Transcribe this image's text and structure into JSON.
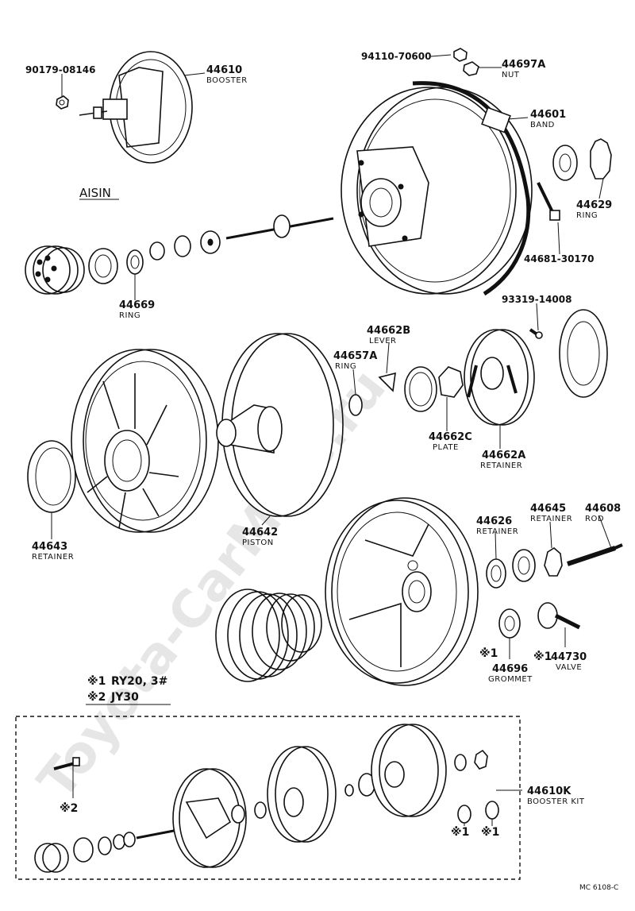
{
  "watermark": "Toyota-CarMine.ru",
  "brand_label": "AISIN",
  "figure_code": "MC 6108-C",
  "notes": [
    {
      "mark": "※1",
      "text": "RY20, 3#"
    },
    {
      "mark": "※2",
      "text": "JY30"
    }
  ],
  "parts": {
    "p90179_08146": {
      "number": "90179-08146"
    },
    "p44610": {
      "number": "44610",
      "name": "BOOSTER"
    },
    "p94110_70600": {
      "number": "94110-70600"
    },
    "p44697A": {
      "number": "44697A",
      "name": "NUT"
    },
    "p44601": {
      "number": "44601",
      "name": "BAND"
    },
    "p44629": {
      "number": "44629",
      "name": "RING"
    },
    "p44681_30170": {
      "number": "44681-30170"
    },
    "p44669": {
      "number": "44669",
      "name": "RING"
    },
    "p93319_14008": {
      "number": "93319-14008"
    },
    "p44662B": {
      "number": "44662B",
      "name": "LEVER"
    },
    "p44657A": {
      "number": "44657A",
      "name": "RING"
    },
    "p44662C": {
      "number": "44662C",
      "name": "PLATE"
    },
    "p44662A": {
      "number": "44662A",
      "name": "RETAINER"
    },
    "p44643": {
      "number": "44643",
      "name": "RETAINER"
    },
    "p44642": {
      "number": "44642",
      "name": "PISTON"
    },
    "p44626": {
      "number": "44626",
      "name": "RETAINER"
    },
    "p44645": {
      "number": "44645",
      "name": "RETAINER"
    },
    "p44608": {
      "number": "44608",
      "name": "ROD"
    },
    "p44696": {
      "number": "44696",
      "name": "GROMMET",
      "mark": "※1"
    },
    "p44730": {
      "number": "44730",
      "name": "VALVE",
      "mark": "※1"
    },
    "p44610K": {
      "number": "44610K",
      "name": "BOOSTER KIT"
    }
  },
  "kit_marks": {
    "m2": "※2",
    "m1a": "※1",
    "m1b": "※1"
  }
}
